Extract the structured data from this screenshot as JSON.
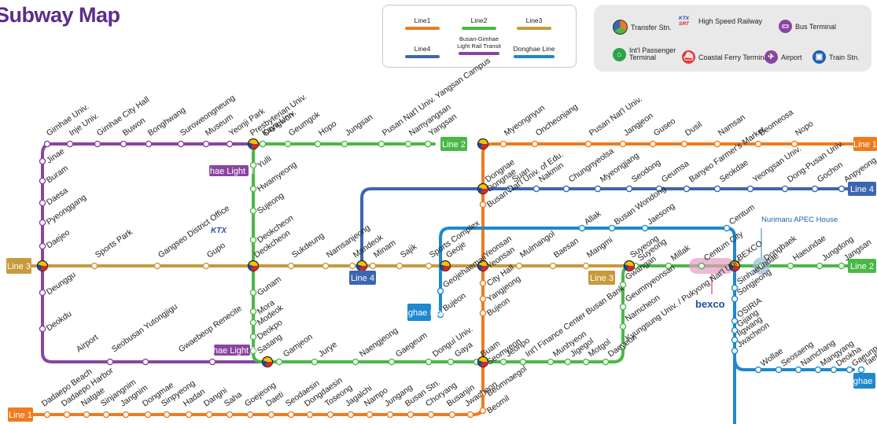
{
  "title": "Subway Map",
  "legend": {
    "items": [
      {
        "label": "Line1",
        "color": "#ef7b1f"
      },
      {
        "label": "Line2",
        "color": "#4ab847"
      },
      {
        "label": "Line3",
        "color": "#c89a3c"
      },
      {
        "label": "Line4",
        "color": "#3d66b0"
      },
      {
        "label": "Busan-Gimhae Light Rail Transit",
        "color": "#8a45a0"
      },
      {
        "label": "Donghae Line",
        "color": "#1e88d0"
      }
    ]
  },
  "icons": {
    "transfer": "Transfer Stn.",
    "hsr": "High Speed Railway",
    "bus": "Bus Terminal",
    "passenger": "Int'l Passenger Terminal",
    "ferry": "Coastal Ferry Terminal",
    "airport": "Airport",
    "train": "Train Stn.",
    "ktx_logo": "KTX",
    "srt_logo": "SRT"
  },
  "line_tags": {
    "line1_top": "Line 1",
    "line1_bottom": "Line 1",
    "line2_top": "Line 2",
    "line2_right": "Line 2",
    "line3_left": "Line 3",
    "line3_mid": "Line 3",
    "line4_right": "Line 4",
    "line4_mid": "Line 4",
    "donghae_mid": "Donghae Line",
    "donghae_right": "Donghae Line",
    "bglrt_1": "Busan-Gimhae Light Rail Transit",
    "bglrt_2": "Busan-Gimhae Light Rail Transit"
  },
  "landmarks": {
    "nurimaru": "Nurimaru APEC House",
    "bexco": "bexco",
    "gupo_ktx": "KTX"
  },
  "stations": {
    "bglrt_top": [
      "Gimhae Univ.",
      "Inje Univ.",
      "Gimhae City Hall",
      "Buwon",
      "Bonghwang",
      "Suroweongneung",
      "Museum",
      "Yeonji Park",
      "Presbyterian Univ.",
      "Kaya Univ."
    ],
    "bglrt_left": [
      "Jinae",
      "Buram",
      "Daesa",
      "Pyeonggang",
      "Daejeo"
    ],
    "bglrt_bottom": [
      "Deunggu",
      "Deokdu",
      "Airport",
      "Seobusan Yutongjigu",
      "Gwaebeop Renecite"
    ],
    "line2_top": [
      "Dongwon",
      "Geumgok",
      "Hopo",
      "Jungsan",
      "Pusan Nat'l Univ. Yangsan Campus",
      "Namyangsan",
      "Yangsan"
    ],
    "line2_left": [
      "Yulli",
      "Hwamyeong",
      "Sujeong",
      "Deokcheon"
    ],
    "line2_bottom": [
      "Gunam",
      "Mora",
      "Modeok",
      "Deokpo",
      "Sasang",
      "Gamjeon",
      "Jurye",
      "Naengjeong",
      "Gaegeum",
      "Dongui Univ.",
      "Gaya",
      "Buam"
    ],
    "line2_east": [
      "Jeonpo",
      "Int'l Finance Center Busan Bank",
      "Munhyeon",
      "Jigegol",
      "Motgol",
      "Daeyeon",
      "Kyungsung Univ. / Pukyong Nat'l Univ.",
      "Namcheon",
      "Geumnyeonsan",
      "Gwangan",
      "Suyeong",
      "Millak",
      "Centum City",
      "BEXCO",
      "Dongbaek",
      "Haeundae",
      "Jungdong",
      "Jangsan"
    ],
    "line3": [
      "Sports Park",
      "Gangseo District Office",
      "Gupo",
      "Deokcheon",
      "Sukdeung",
      "Namsanjeong",
      "Mandeok",
      "Minam",
      "Sajik",
      "Sports Complex",
      "Geoje",
      "Yeonsan",
      "Mulmangol",
      "Baesan",
      "Mangmi",
      "Suyeong"
    ],
    "line4": [
      "Dongnae",
      "Suan",
      "Nakmin",
      "Chungnyeolsa",
      "Myeongjang",
      "Seodong",
      "Geumsa",
      "Banyeo Farmer's Market",
      "Seokdae",
      "Yeongsan Univ.",
      "Dong-Pusan Univ.",
      "Gochon",
      "Anpyeong"
    ],
    "line1_top": [
      "Myeongnyun",
      "Oncheonjang",
      "Pusan Nat'l Univ.",
      "Jangjeon",
      "Guseo",
      "Dusil",
      "Namsan",
      "Beomeosa",
      "Nopo"
    ],
    "line1_vertical": [
      "Busan Nat'l Univ. of Edu.",
      "Dongnae",
      "Yeonsan",
      "City Hall",
      "Yangjeong",
      "Bujeon",
      "Seomyeon",
      "Beomnaegol",
      "Beomil"
    ],
    "line1_bottom": [
      "Dadaepo Beach",
      "Dadaepo Harbor",
      "Natgae",
      "Sinjangnim",
      "Jangnim",
      "Dongmae",
      "Sinpyeong",
      "Hadan",
      "Dangni",
      "Saha",
      "Goejeong",
      "Daeti",
      "Seodaesin",
      "Dongdaesin",
      "Toseong",
      "Jagalchi",
      "Nampo",
      "Jungang",
      "Busan Stn.",
      "Choryang",
      "Busanjin",
      "Jwacheon"
    ],
    "donghae": [
      "Geoje",
      "Geojehaemaji",
      "Bujeon",
      "Allak",
      "Busan Wondong",
      "Jaesong",
      "Centum",
      "BEXCO",
      "Sinhaeundae",
      "Songjeong",
      "OSIRIA",
      "Gijang",
      "Ilgwang",
      "Jwacheon",
      "Wollae",
      "Seosaeng",
      "Namchang",
      "Mangyang",
      "Deokha",
      "Gaeunpo",
      "Taehwagang"
    ]
  }
}
